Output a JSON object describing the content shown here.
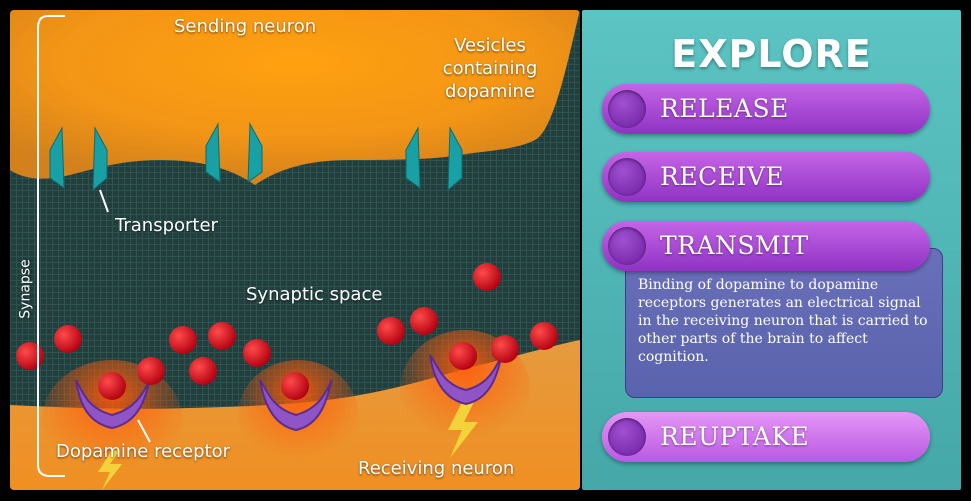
{
  "diagram": {
    "labels": {
      "sending_neuron": "Sending neuron",
      "vesicles": [
        "Vesicles",
        "containing",
        "dopamine"
      ],
      "transporter": "Transporter",
      "synaptic_space": "Synaptic space",
      "synapse": "Synapse",
      "dopamine_receptor": "Dopamine receptor",
      "receiving_neuron": "Receiving neuron"
    }
  },
  "panel": {
    "title": "EXPLORE",
    "buttons": {
      "release": "RELEASE",
      "receive": "RECEIVE",
      "transmit": "TRANSMIT",
      "reuptake": "REUPTAKE"
    },
    "transmit_description": "Binding of dopamine to dopamine receptors generates an electrical signal in the receiving neuron that is carried to other parts of the brain to affect cognition."
  },
  "colors": {
    "background": "#1e3a3a",
    "neuron": "#f39c1c",
    "transporter": "#1aa3a7",
    "dopamine": "#d0101a",
    "receptor": "#8a4bbd",
    "panel": "#50b6b6",
    "button": "#a545d6",
    "description_box": "#6068b2"
  }
}
